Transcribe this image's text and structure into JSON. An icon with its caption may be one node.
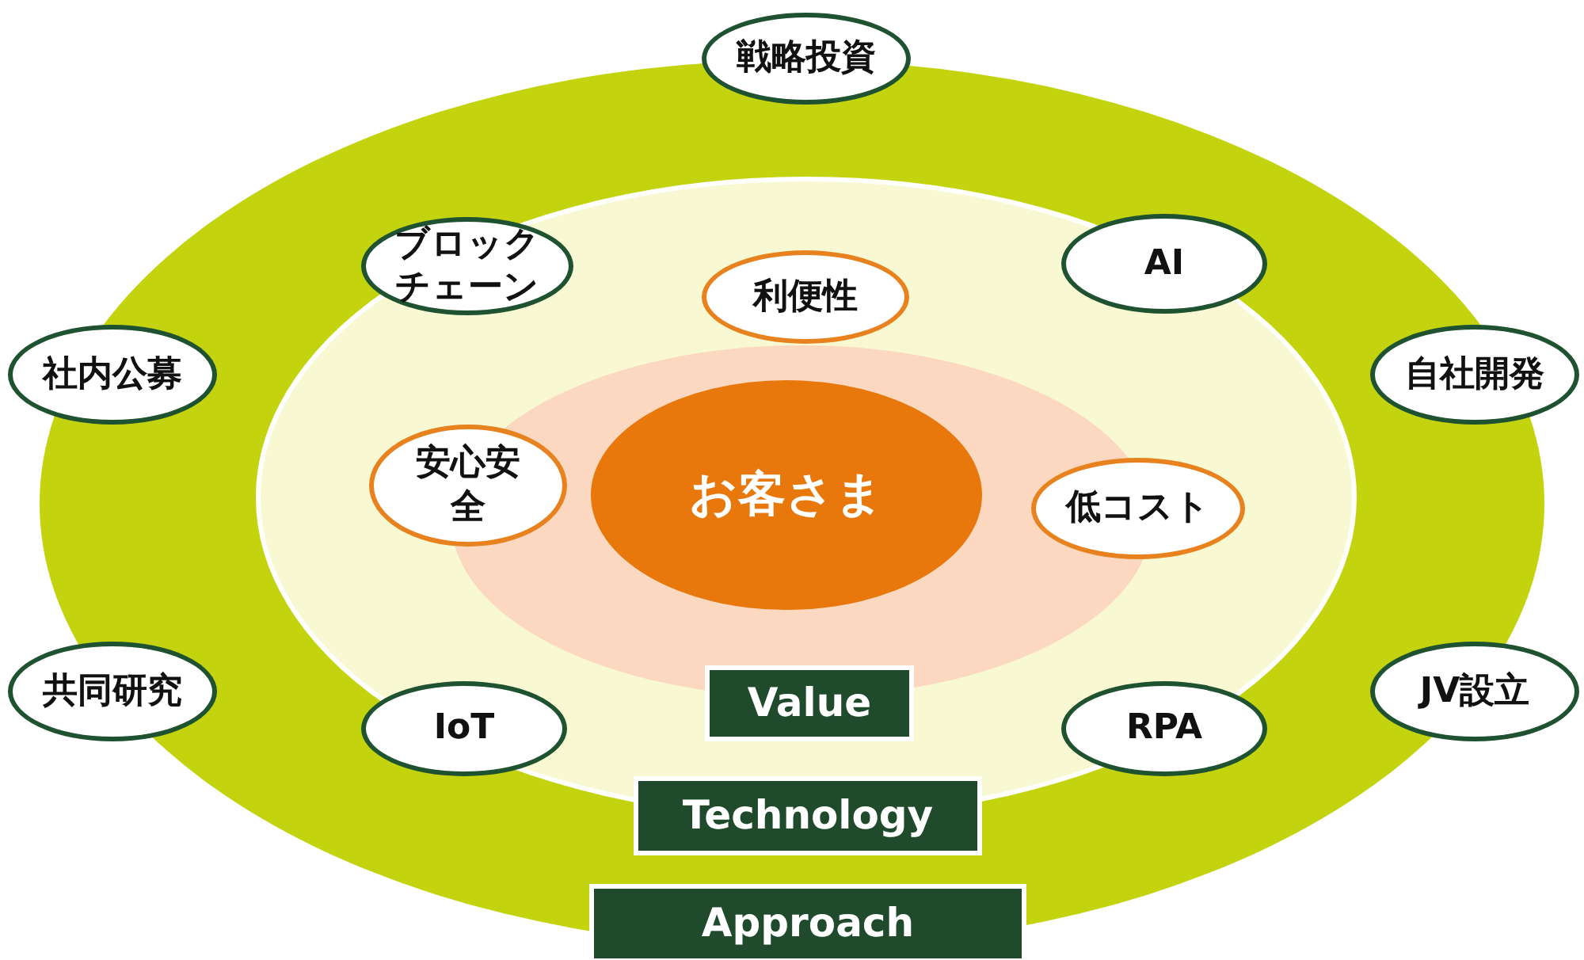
{
  "diagram": {
    "nodes": [
      {
        "text": [
          "戦略投資"
        ]
      },
      {
        "text": [
          "ブロックチェーン"
        ]
      },
      {
        "text": [
          "AI"
        ]
      },
      {
        "text": [
          "社内公募"
        ]
      },
      {
        "text": [
          "自社開発"
        ]
      },
      {
        "text": [
          "利便性"
        ]
      },
      {
        "text": [
          "安心安全"
        ]
      },
      {
        "text": [
          "お客さま"
        ]
      },
      {
        "text": [
          "低コスト"
        ]
      },
      {
        "text": [
          "共同研究"
        ]
      },
      {
        "text": [
          "JV設立"
        ]
      },
      {
        "text": [
          "IoT"
        ]
      },
      {
        "text": [
          "Value"
        ]
      },
      {
        "text": [
          "RPA"
        ]
      },
      {
        "text": [
          "Technology"
        ]
      },
      {
        "text": [
          "Approach"
        ]
      }
    ]
  }
}
